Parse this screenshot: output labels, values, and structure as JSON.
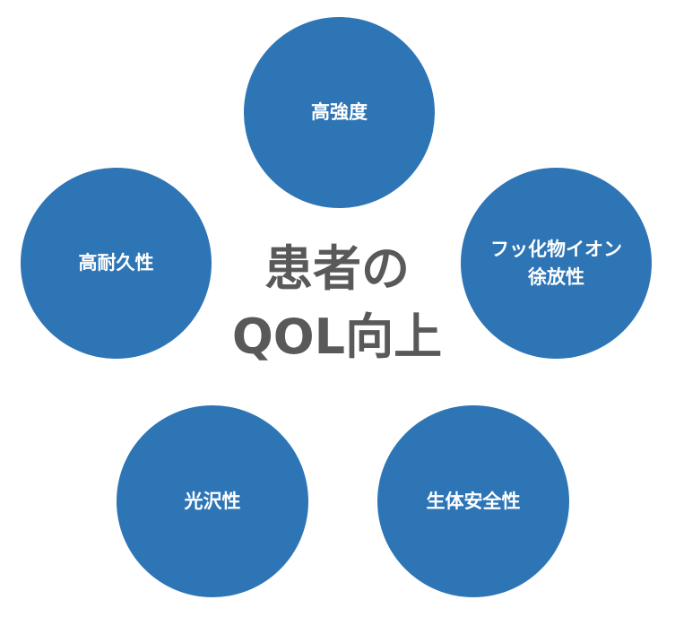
{
  "center": {
    "line1": "患者の",
    "line2": "QOL向上",
    "color": "#595959"
  },
  "circles": [
    {
      "label": "高強度"
    },
    {
      "label": "フッ化物イオン\n徐放性"
    },
    {
      "label": "生体安全性"
    },
    {
      "label": "光沢性"
    },
    {
      "label": "高耐久性"
    }
  ],
  "colors": {
    "circle_fill": "#2e75b6",
    "circle_text": "#ffffff",
    "background": "#ffffff"
  }
}
